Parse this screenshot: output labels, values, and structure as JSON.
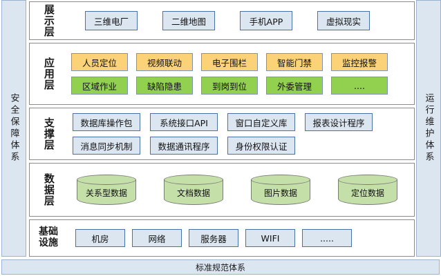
{
  "diagram": {
    "title_bottom": "标准规范体系",
    "left_bar": "安全保障体系",
    "right_bar": "运行维护体系"
  },
  "layers": {
    "presentation": {
      "title": "展示层",
      "nodes": [
        {
          "label": "三维电厂"
        },
        {
          "label": "二维地图"
        },
        {
          "label": "手机APP"
        },
        {
          "label": "虚拟现实"
        }
      ]
    },
    "application": {
      "title": "应用层",
      "row1": [
        {
          "label": "人员定位"
        },
        {
          "label": "视频联动"
        },
        {
          "label": "电子围栏"
        },
        {
          "label": "智能门禁"
        },
        {
          "label": "监控报警"
        }
      ],
      "row2": [
        {
          "label": "区域作业"
        },
        {
          "label": "缺陷隐患"
        },
        {
          "label": "到岗到位"
        },
        {
          "label": "外委管理"
        },
        {
          "label": "...."
        }
      ]
    },
    "support": {
      "title": "支撑层",
      "row1": [
        {
          "label": "数据库操作包"
        },
        {
          "label": "系统接口API"
        },
        {
          "label": "窗口自定义库"
        },
        {
          "label": "报表设计程序"
        }
      ],
      "row2": [
        {
          "label": "消息同步机制"
        },
        {
          "label": "数据通讯程序"
        },
        {
          "label": "身份权限认证"
        }
      ]
    },
    "data": {
      "title": "数据层",
      "nodes": [
        {
          "label": "关系型数据"
        },
        {
          "label": "文档数据"
        },
        {
          "label": "图片数据"
        },
        {
          "label": "定位数据"
        }
      ]
    },
    "infrastructure": {
      "title": "基础设施",
      "nodes": [
        {
          "label": "机房"
        },
        {
          "label": "网络"
        },
        {
          "label": "服务器"
        },
        {
          "label": "WIFI"
        },
        {
          "label": "....."
        }
      ]
    }
  },
  "colors": {
    "box_blue_fill": "#DCE6F1",
    "box_blue_border": "#4472A8",
    "box_orange_fill": "#FBD277",
    "box_green_fill": "#92D050",
    "cylinder_fill": "#C5DFA8",
    "panel_border": "#8A8A8A",
    "side_bar_fill": "#DCE6F1"
  }
}
